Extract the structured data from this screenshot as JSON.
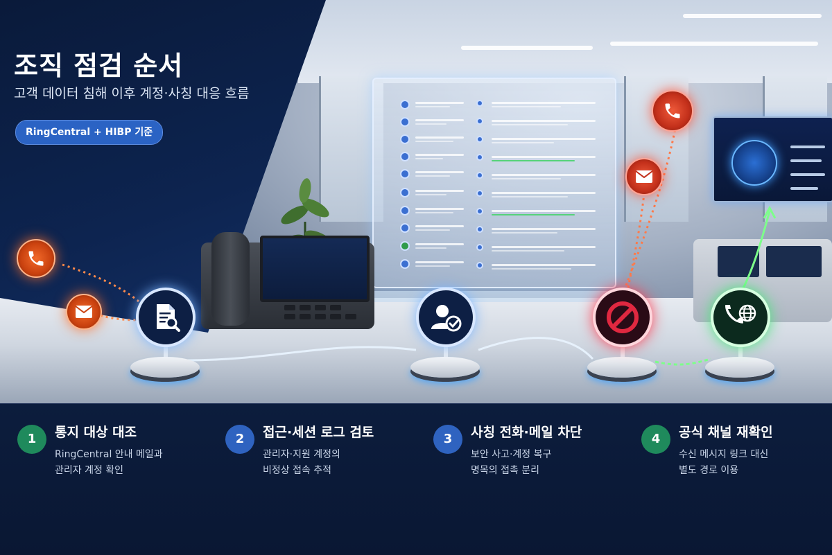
{
  "header": {
    "title": "조직 점검 순서",
    "subtitle": "고객 데이터 침해 이후 계정·사칭 대응 흐름",
    "badge": "RingCentral + HIBP 기준"
  },
  "colors": {
    "accent_blue": "#2b63c4",
    "step_green": "#1f8a5c",
    "step_blue": "#2f63c0",
    "alert_orange": "#f26a2a",
    "alert_red": "#d7263d",
    "node_navy": "#0d1f44"
  },
  "nodes": [
    {
      "icon": "document-search-icon"
    },
    {
      "icon": "user-check-icon"
    },
    {
      "icon": "block-icon"
    },
    {
      "icon": "phone-globe-icon"
    }
  ],
  "alerts": {
    "left": [
      "phone-icon",
      "mail-icon"
    ],
    "right": [
      "phone-icon",
      "mail-icon"
    ]
  },
  "steps": [
    {
      "number": "1",
      "color": "#1f8a5c",
      "title": "통지 대상 대조",
      "desc": [
        "RingCentral 안내 메일과",
        "관리자 계정 확인"
      ]
    },
    {
      "number": "2",
      "color": "#2f63c0",
      "title": "접근·세션 로그 검토",
      "desc": [
        "관리자·지원 계정의",
        "비정상 접속 추적"
      ]
    },
    {
      "number": "3",
      "color": "#2f63c0",
      "title": "사칭 전화·메일 차단",
      "desc": [
        "보안 사고·계정 복구",
        "명목의 접촉 분리"
      ]
    },
    {
      "number": "4",
      "color": "#1f8a5c",
      "title": "공식 채널 재확인",
      "desc": [
        "수신 메시지 링크 대신",
        "별도 경로 이용"
      ]
    }
  ]
}
